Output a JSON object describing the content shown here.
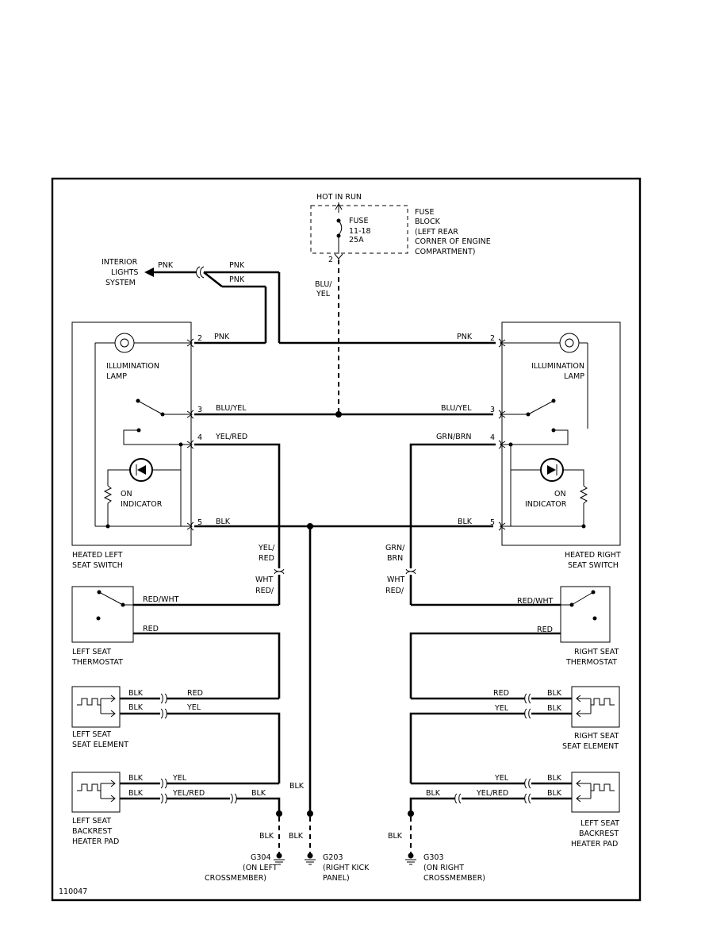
{
  "figure_id": "110047",
  "power": {
    "hot_in_run": "HOT IN RUN",
    "fuse_block": [
      "FUSE",
      "BLOCK",
      "(LEFT REAR",
      "CORNER OF ENGINE",
      "COMPARTMENT)"
    ],
    "fuse": [
      "FUSE",
      "11-18",
      "25A"
    ],
    "pin": "2",
    "feed_wire": [
      "BLU/",
      "YEL"
    ]
  },
  "interior_lights": {
    "label": [
      "INTERIOR",
      "LIGHTS",
      "SYSTEM"
    ],
    "wire_out": "PNK",
    "wire_right": "PNK",
    "wire_down": "PNK"
  },
  "left_switch": {
    "name": [
      "HEATED LEFT",
      "SEAT SWITCH"
    ],
    "lamp": [
      "ILLUMINATION",
      "LAMP"
    ],
    "indicator": [
      "ON",
      "INDICATOR"
    ],
    "pins": [
      {
        "pin": "2",
        "wire": "PNK"
      },
      {
        "pin": "3",
        "wire": "BLU/YEL"
      },
      {
        "pin": "4",
        "wire": "YEL/RED"
      },
      {
        "pin": "5",
        "wire": "BLK"
      }
    ]
  },
  "right_switch": {
    "name": [
      "HEATED RIGHT",
      "SEAT SWITCH"
    ],
    "lamp": [
      "ILLUMINATION",
      "LAMP"
    ],
    "indicator": [
      "ON",
      "INDICATOR"
    ],
    "pins": [
      {
        "pin": "2",
        "wire": "PNK"
      },
      {
        "pin": "3",
        "wire": "BLU/YEL"
      },
      {
        "pin": "4",
        "wire": "GRN/BRN"
      },
      {
        "pin": "5",
        "wire": "BLK"
      }
    ]
  },
  "left_side": {
    "down_wire": [
      "YEL/",
      "RED"
    ],
    "connector_wire": [
      "WHT",
      "RED/"
    ],
    "thermostat": {
      "name": [
        "LEFT SEAT",
        "THERMOSTAT"
      ],
      "top_wire": "RED/WHT",
      "bottom_wire": "RED"
    },
    "element": {
      "name": [
        "LEFT SEAT",
        "SEAT ELEMENT"
      ],
      "pins": [
        "BLK",
        "BLK"
      ],
      "wires": [
        "RED",
        "YEL"
      ]
    },
    "backrest": {
      "name": [
        "LEFT SEAT",
        "BACKREST",
        "HEATER PAD"
      ],
      "pins": [
        "BLK",
        "BLK"
      ],
      "wires": [
        "YEL",
        "YEL/RED",
        "BLK"
      ]
    },
    "ground_wire": "BLK",
    "ground": [
      "G304",
      "(ON LEFT",
      "CROSSMEMBER)"
    ]
  },
  "center_ground": {
    "wire": "BLK",
    "wire_lower": "BLK",
    "ground": [
      "G203",
      "(RIGHT KICK",
      "PANEL)"
    ]
  },
  "right_side": {
    "down_wire": [
      "GRN/",
      "BRN"
    ],
    "connector_wire": [
      "WHT",
      "RED/"
    ],
    "thermostat": {
      "name": [
        "RIGHT SEAT",
        "THERMOSTAT"
      ],
      "top_wire": "RED/WHT",
      "bottom_wire": "RED"
    },
    "element": {
      "name": [
        "RIGHT SEAT",
        "SEAT ELEMENT"
      ],
      "pins": [
        "BLK",
        "BLK"
      ],
      "wires": [
        "RED",
        "YEL"
      ]
    },
    "backrest": {
      "name": [
        "LEFT SEAT",
        "BACKREST",
        "HEATER PAD"
      ],
      "pins": [
        "BLK",
        "BLK"
      ],
      "wires": [
        "YEL",
        "YEL/RED",
        "BLK"
      ]
    },
    "ground_wire": "BLK",
    "ground": [
      "G303",
      "(ON RIGHT",
      "CROSSMEMBER)"
    ]
  }
}
